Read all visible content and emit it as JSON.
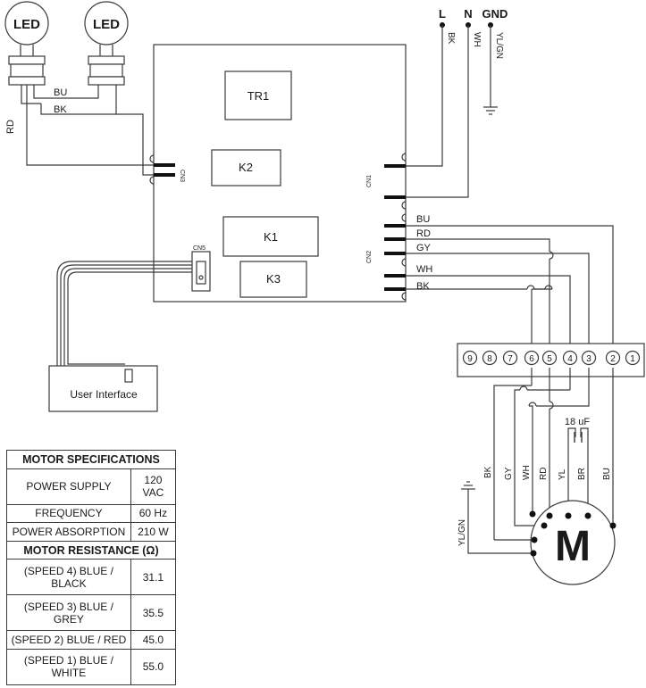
{
  "leds": [
    "LED",
    "LED"
  ],
  "mains": {
    "l": "L",
    "n": "N",
    "gnd": "GND",
    "l_wire": "BK",
    "n_wire": "WH",
    "gnd_wire": "YL/GN"
  },
  "board": {
    "components": {
      "tr1": "TR1",
      "k1": "K1",
      "k2": "K2",
      "k3": "K3"
    },
    "connectors": {
      "cn1": "CN1",
      "cn2": "CN2",
      "cn3": "CN3",
      "cn5": "CN5"
    }
  },
  "led_wires": {
    "bu": "BU",
    "bk": "BK",
    "rd": "RD"
  },
  "cn2_wires": [
    "BU",
    "RD",
    "GY",
    "WH",
    "BK"
  ],
  "user_interface": "User Interface",
  "terminal_block": [
    "9",
    "8",
    "7",
    "6",
    "5",
    "4",
    "3",
    "2",
    "1"
  ],
  "capacitor": "18 uF",
  "motor": {
    "label": "M",
    "wires": [
      "BK",
      "GY",
      "WH",
      "RD",
      "YL",
      "BR",
      "BU"
    ],
    "ground": "YL/GN"
  },
  "spec_table": {
    "title": "MOTOR SPECIFICATIONS",
    "rows": [
      {
        "label": "POWER SUPPLY",
        "value": "120 VAC"
      },
      {
        "label": "FREQUENCY",
        "value": "60 Hz"
      },
      {
        "label": "POWER ABSORPTION",
        "value": "210 W"
      }
    ],
    "resistance_title": "MOTOR RESISTANCE (Ω)",
    "resistance_rows": [
      {
        "label": "(SPEED 4) BLUE / BLACK",
        "value": "31.1"
      },
      {
        "label": "(SPEED 3) BLUE / GREY",
        "value": "35.5"
      },
      {
        "label": "(SPEED 2) BLUE / RED",
        "value": "45.0"
      },
      {
        "label": "(SPEED 1) BLUE / WHITE",
        "value": "55.0"
      }
    ]
  }
}
